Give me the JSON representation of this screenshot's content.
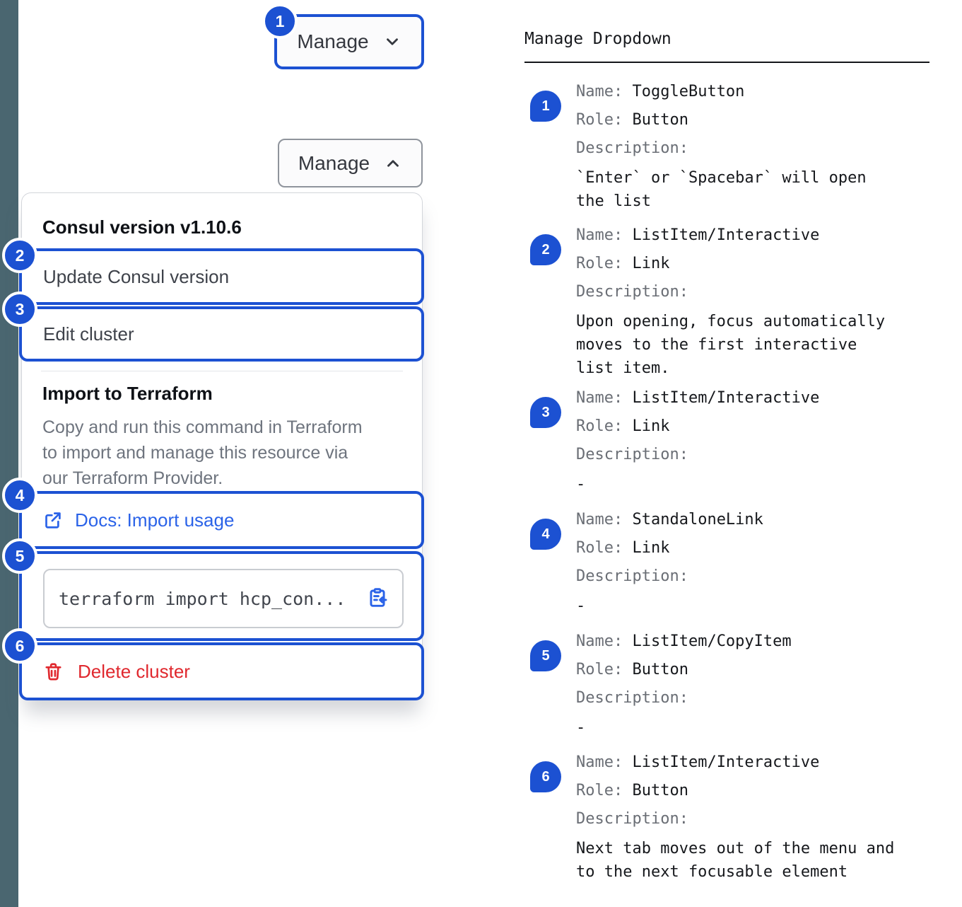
{
  "colors": {
    "accent_blue": "#1C51D2",
    "link_blue": "#2B63E8",
    "critical_red": "#E0282E",
    "rail_slate": "#4A6670"
  },
  "toggle": {
    "label": "Manage"
  },
  "menu": {
    "version_item": "Consul version v1.10.6",
    "update_item": "Update Consul version",
    "edit_item": "Edit cluster",
    "import_heading": "Import to Terraform",
    "import_description": "Copy and run this command in Terraform to import and manage this resource via our Terraform Provider.",
    "docs_link_label": "Docs: Import usage",
    "code_snippet": "terraform import hcp_con...",
    "delete_label": "Delete cluster"
  },
  "annotations_panel": {
    "title": "Manage Dropdown",
    "field_labels": {
      "name": "Name:",
      "role": "Role:",
      "description": "Description:"
    },
    "items": [
      {
        "num": "1",
        "name": "ToggleButton",
        "role": "Button",
        "description": "`Enter` or `Spacebar` will open the list"
      },
      {
        "num": "2",
        "name": "ListItem/Interactive",
        "role": "Link",
        "description": "Upon opening, focus automatically moves to the first interactive list item."
      },
      {
        "num": "3",
        "name": "ListItem/Interactive",
        "role": "Link",
        "description": "-"
      },
      {
        "num": "4",
        "name": "StandaloneLink",
        "role": "Link",
        "description": "-"
      },
      {
        "num": "5",
        "name": "ListItem/CopyItem",
        "role": "Button",
        "description": "-"
      },
      {
        "num": "6",
        "name": "ListItem/Interactive",
        "role": "Button",
        "description": "Next tab moves out of the menu and to the next focusable element"
      }
    ]
  }
}
